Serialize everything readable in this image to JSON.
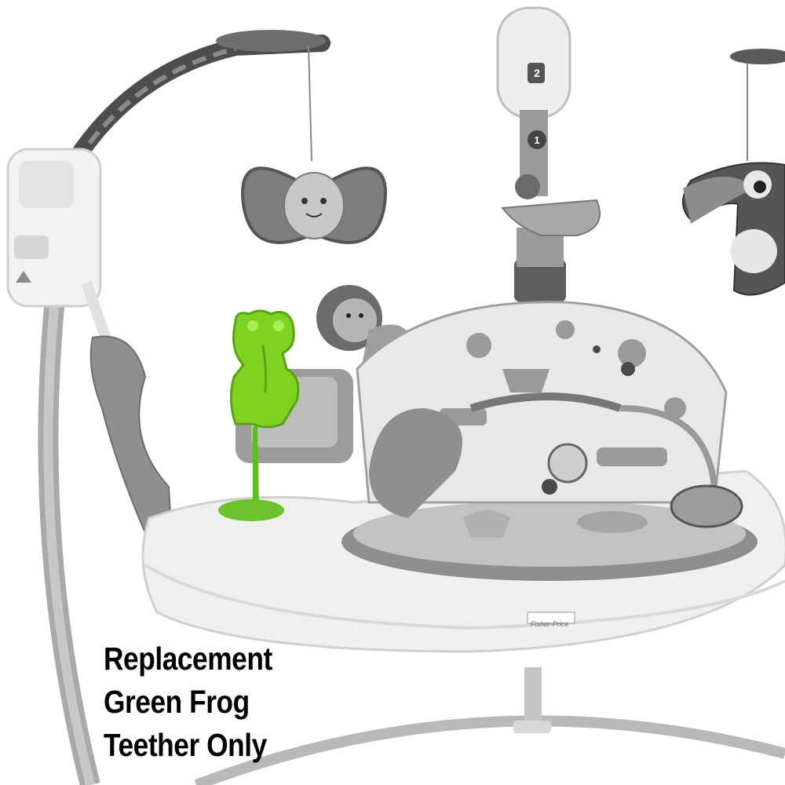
{
  "photo": {
    "subject": "baby-jumper-activity-center",
    "accent_color": "#7ed321",
    "caption_lines": [
      "Replacement",
      "Green Frog",
      "Teether Only"
    ],
    "brand_logo": "Fisher-Price",
    "dial_numbers": [
      "2",
      "1"
    ]
  }
}
